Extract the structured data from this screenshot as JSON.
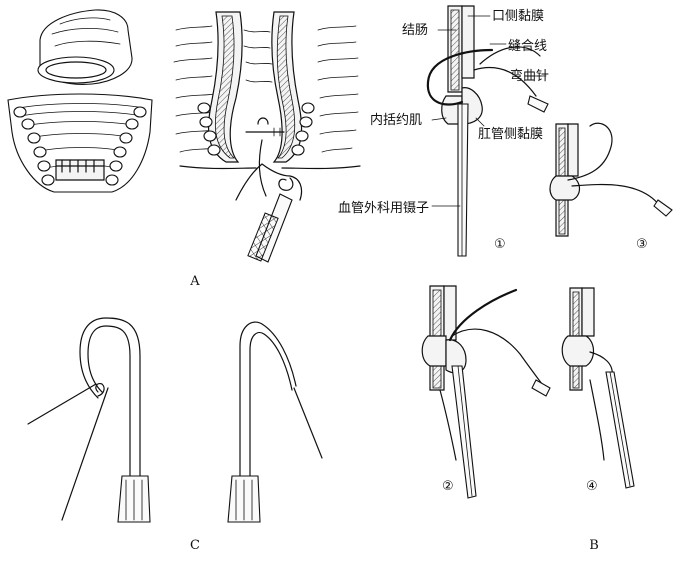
{
  "panels": {
    "a": "A",
    "b": "B",
    "c": "C"
  },
  "labels": {
    "colon": "结肠",
    "oral_mucosa": "口侧黏膜",
    "suture": "缝合线",
    "curved_needle": "弯曲针",
    "internal_sphincter": "内括约肌",
    "anal_mucosa": "肛管侧黏膜",
    "vascular_forceps": "血管外科用镊子"
  },
  "steps": {
    "s1": "①",
    "s2": "②",
    "s3": "③",
    "s4": "④"
  }
}
